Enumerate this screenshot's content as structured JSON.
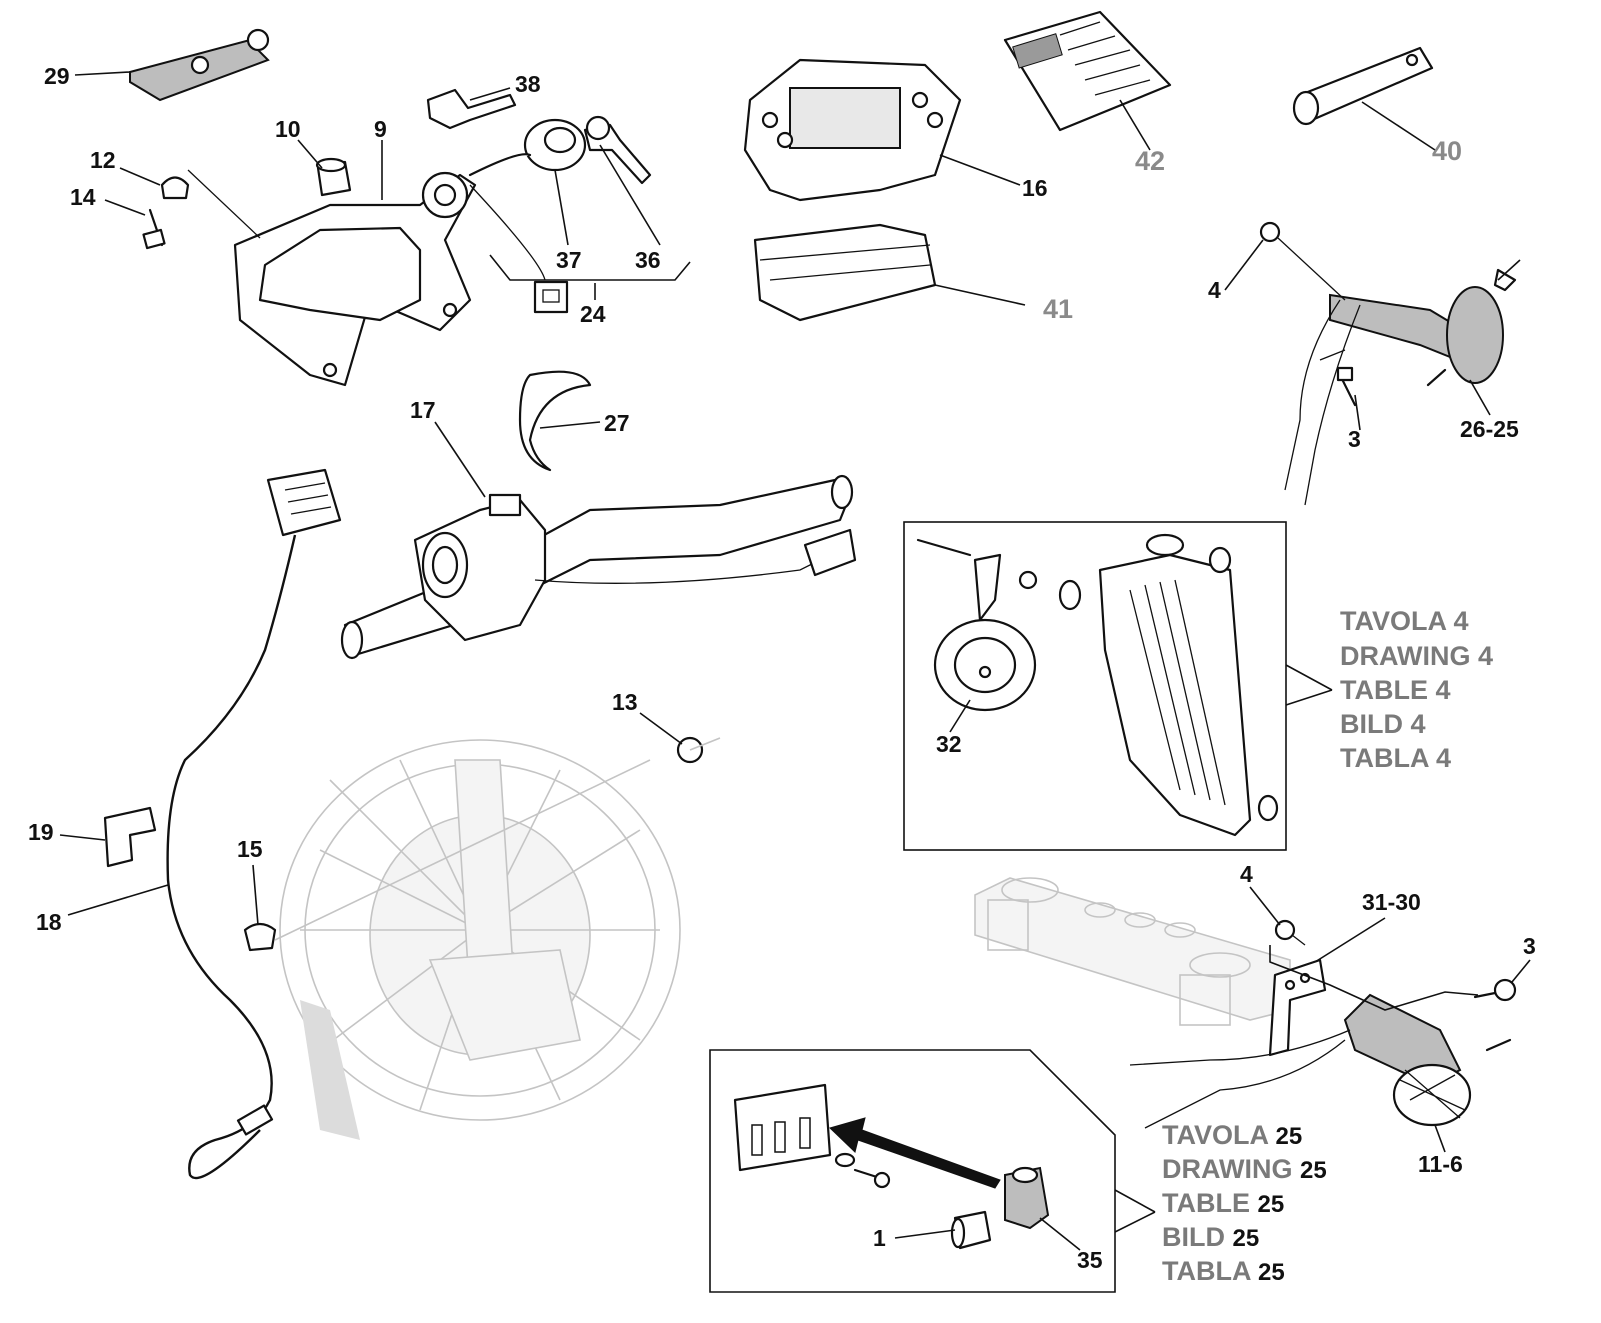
{
  "callouts": {
    "c29": "29",
    "c38": "38",
    "c10": "10",
    "c9": "9",
    "c12": "12",
    "c14": "14",
    "c37": "37",
    "c36": "36",
    "c24": "24",
    "c16": "16",
    "c42": "42",
    "c40": "40",
    "c41": "41",
    "c4a": "4",
    "c3a": "3",
    "c2625": "26-25",
    "c17": "17",
    "c27": "27",
    "c32": "32",
    "c13": "13",
    "c19": "19",
    "c15": "15",
    "c18": "18",
    "c4b": "4",
    "c3130": "31-30",
    "c3b": "3",
    "c116": "11-6",
    "c1": "1",
    "c35": "35"
  },
  "references": {
    "ref4": {
      "labels": [
        "TAVOLA",
        "DRAWING",
        "TABLE",
        "BILD",
        "TABLA"
      ],
      "number": "4"
    },
    "ref25": {
      "labels": [
        "TAVOLA",
        "DRAWING",
        "TABLE",
        "BILD",
        "TABLA"
      ],
      "number": "25"
    }
  }
}
